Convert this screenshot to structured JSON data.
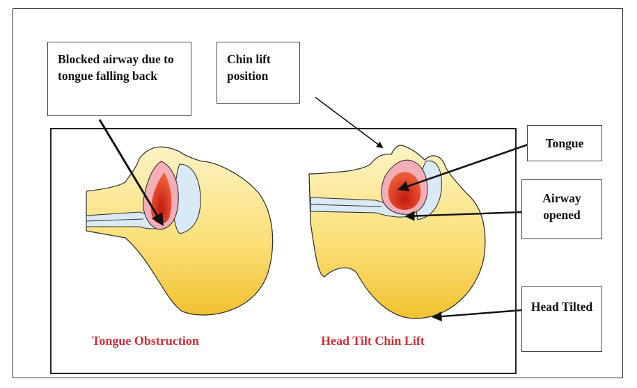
{
  "callouts": {
    "blocked": "Blocked airway due to tongue falling back",
    "chin_lift": "Chin lift position",
    "tongue": "Tongue",
    "airway": "Airway opened",
    "head": "Head Tilted"
  },
  "captions": {
    "left": "Tongue Obstruction",
    "right": "Head Tilt Chin Lift"
  },
  "colors": {
    "head_fill_top": "#fdf3c4",
    "head_fill_bottom": "#f2c230",
    "airway_fill": "#d9e9f5",
    "tongue_outer": "#f4aeb8",
    "tongue_inner": "#d9301e",
    "caption_color": "#c8323a"
  }
}
